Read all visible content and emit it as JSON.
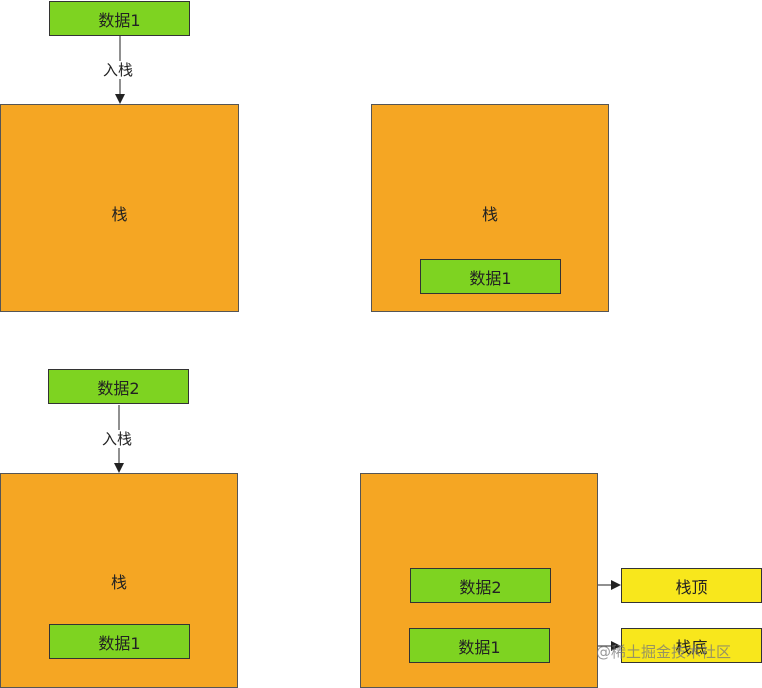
{
  "diagram": {
    "top_left": {
      "data_node": "数据1",
      "push_label": "入栈",
      "stack_label": "栈"
    },
    "top_right": {
      "stack_label": "栈",
      "item_1": "数据1"
    },
    "bottom_left": {
      "data_node": "数据2",
      "push_label": "入栈",
      "stack_label": "栈",
      "item_1": "数据1"
    },
    "bottom_right": {
      "item_2": "数据2",
      "item_1": "数据1",
      "top_tag": "栈顶",
      "bottom_tag": "栈底"
    }
  },
  "watermark": "@稀土掘金技术社区",
  "colors": {
    "stack_fill": "#f5a623",
    "data_fill": "#7ed321",
    "tag_fill": "#f8e71c",
    "arrow": "#222222"
  }
}
